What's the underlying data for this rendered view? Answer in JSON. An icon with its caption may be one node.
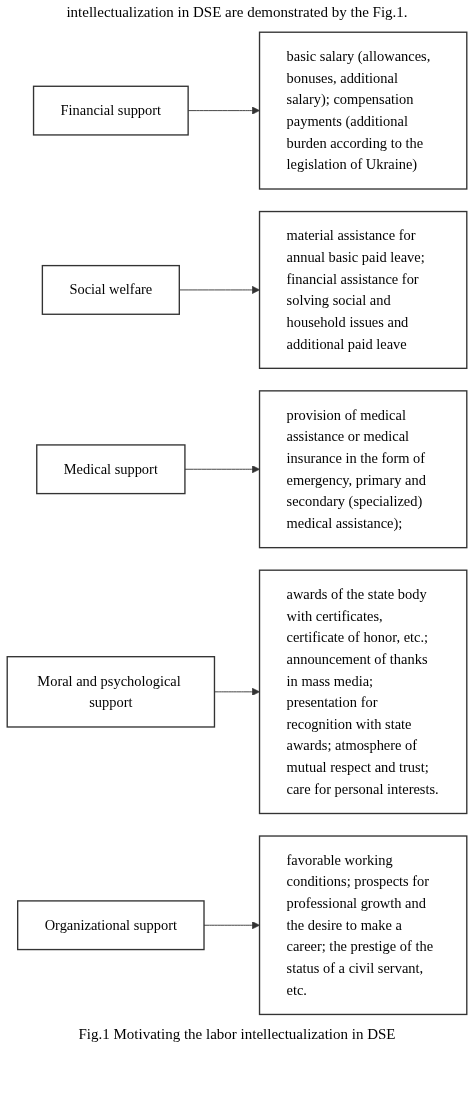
{
  "diagram": {
    "caption": "Fig.1 Motivating the labor intellectualization in DSE",
    "nodes": [
      {
        "text": [
          "Financial support"
        ]
      },
      {
        "text": [
          "basic salary (allowances, bonuses, additional salary); compensation payments (additional burden according to the legislation of Ukraine)"
        ]
      },
      {
        "text": [
          "Social welfare"
        ]
      },
      {
        "text": [
          "material assistance for annual basic paid leave; financial assistance for solving social and household issues and additional paid leave"
        ]
      },
      {
        "text": [
          "Medical support"
        ]
      },
      {
        "text": [
          "provision of medical assistance or medical insurance in the form of emergency, primary and secondary (specialized) medical assistance);"
        ]
      },
      {
        "text": [
          "Moral and psychological support"
        ]
      },
      {
        "text": [
          "awards of the state body with certificates, certificate of honor, etc.; announcement of thanks in mass media; presentation for recognition with state awards; atmosphere of mutual respect and trust; care for personal interests."
        ]
      },
      {
        "text": [
          "Organizational support"
        ]
      },
      {
        "text": [
          "favorable working conditions; prospects for professional growth and the desire to make a career; the prestige of the status of a civil servant, etc."
        ]
      }
    ],
    "edges": [
      {
        "from": 0,
        "to": 1,
        "arrow": "to"
      },
      {
        "from": 2,
        "to": 3,
        "arrow": "to"
      },
      {
        "from": 4,
        "to": 5,
        "arrow": "to"
      },
      {
        "from": 6,
        "to": 7,
        "arrow": "to"
      },
      {
        "from": 8,
        "to": 9,
        "arrow": "to"
      }
    ],
    "labels": [
      "intellectualization in DSE are demonstrated by the Fig.1."
    ]
  }
}
